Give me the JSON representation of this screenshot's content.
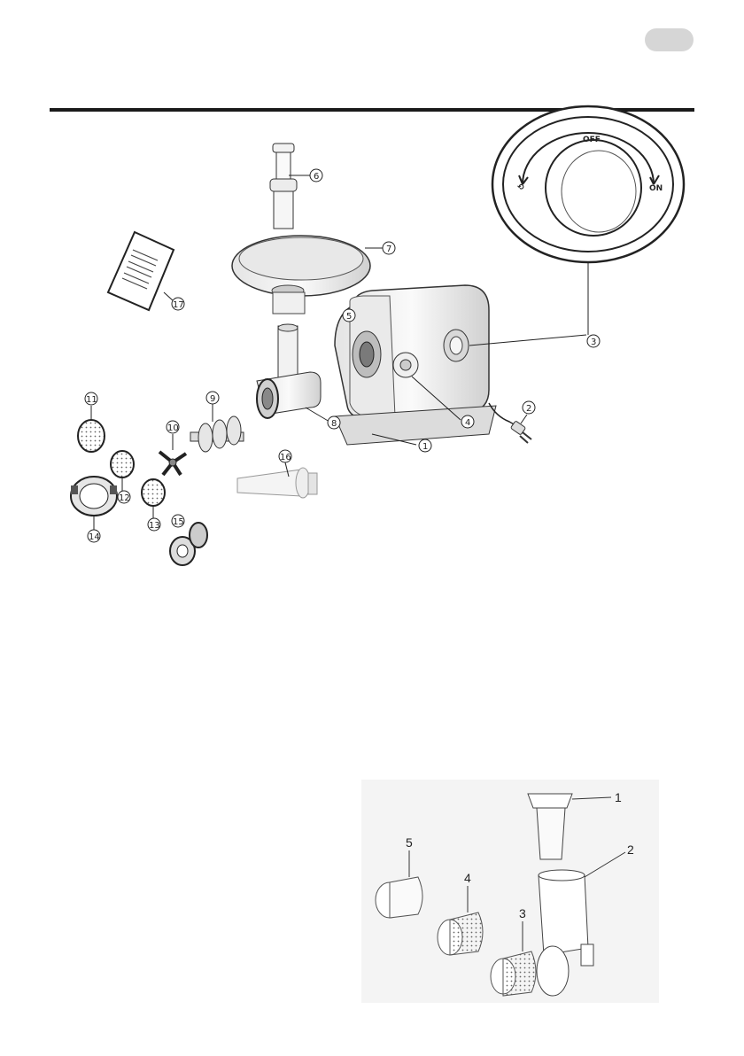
{
  "header": {
    "lang_badge": ""
  },
  "diagram": {
    "labels": {
      "motor_base": "1",
      "power_cord": "2",
      "switch_dial": "3",
      "lock_knob": "4",
      "outlet": "5",
      "pusher": "6",
      "tray": "7",
      "grinder_head": "8",
      "screw": "9",
      "blade": "10",
      "plate_fine": "11",
      "plate_medium": "12",
      "plate_coarse": "13",
      "ring_nut": "14",
      "kebbe": "15",
      "sausage_tube": "16",
      "manual": "17"
    },
    "dial": {
      "off": "OFF",
      "on": "ON"
    }
  },
  "grater": {
    "labels": {
      "pusher": "1",
      "housing": "2",
      "drum_coarse": "3",
      "drum_fine": "4",
      "drum_slicer": "5"
    }
  }
}
